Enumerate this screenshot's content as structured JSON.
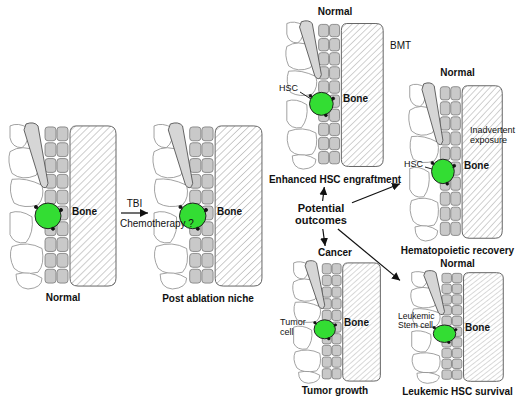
{
  "diagram": {
    "nodes": [
      {
        "text": [
          "Bone",
          "Normal"
        ]
      },
      {
        "text": [
          "Bone",
          "Post ablation niche"
        ]
      },
      {
        "text": [
          "Potential outcomes"
        ]
      },
      {
        "text": [
          "Normal",
          "HSC",
          "Bone",
          "Enhanced HSC engraftment"
        ]
      },
      {
        "text": [
          "Normal",
          "HSC",
          "Bone",
          "Hematopoietic recovery"
        ]
      },
      {
        "text": [
          "Cancer",
          "Tumor cell",
          "Bone",
          "Tumor growth"
        ]
      },
      {
        "text": [
          "Normal",
          "Leukemic Stem cell",
          "Bone",
          "Leukemic HSC survival"
        ]
      }
    ],
    "edges": [
      {
        "from": 0,
        "to": 1,
        "arrow": "to",
        "label": "TBI"
      },
      {
        "from": 2,
        "to": 3,
        "arrow": "to"
      },
      {
        "from": 2,
        "to": 4,
        "arrow": "to"
      },
      {
        "from": 2,
        "to": 5,
        "arrow": "to"
      },
      {
        "from": 2,
        "to": 6,
        "arrow": "to"
      }
    ],
    "labels": [
      "Chemotherapy ?",
      "BMT",
      "Inadvertent exposure"
    ]
  }
}
